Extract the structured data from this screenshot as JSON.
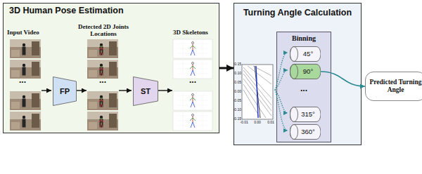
{
  "diagram": {
    "nodes": [
      {
        "text": [
          "3D Human Pose Estimation"
        ]
      },
      {
        "text": [
          "FP"
        ],
        "in": 0
      },
      {
        "text": [
          "ST"
        ],
        "in": 0
      },
      {
        "text": [
          "Turning Angle Calculation"
        ]
      },
      {
        "text": [
          "Binning"
        ],
        "in": 3
      },
      {
        "text": [
          "45°"
        ],
        "in": 4
      },
      {
        "text": [
          "90°"
        ],
        "in": 4
      },
      {
        "text": [
          "315°"
        ],
        "in": 4
      },
      {
        "text": [
          "360°"
        ],
        "in": 4
      },
      {
        "text": [
          "Predicted Turning Angle"
        ]
      }
    ],
    "edges": [
      {
        "from": 0,
        "to": 3,
        "arrow": "to"
      },
      {
        "from": 6,
        "to": 9,
        "arrow": "to"
      }
    ],
    "labels": [
      "Input Video",
      "Detected 2D Joints Locations",
      "3D Skeletons",
      "...",
      "...",
      "...",
      "...",
      "0.15",
      "0.10",
      "0.05",
      "0.00",
      "-0.05",
      "-0.10",
      "-0.15",
      "-0.01",
      "0.00",
      "0.01"
    ]
  }
}
